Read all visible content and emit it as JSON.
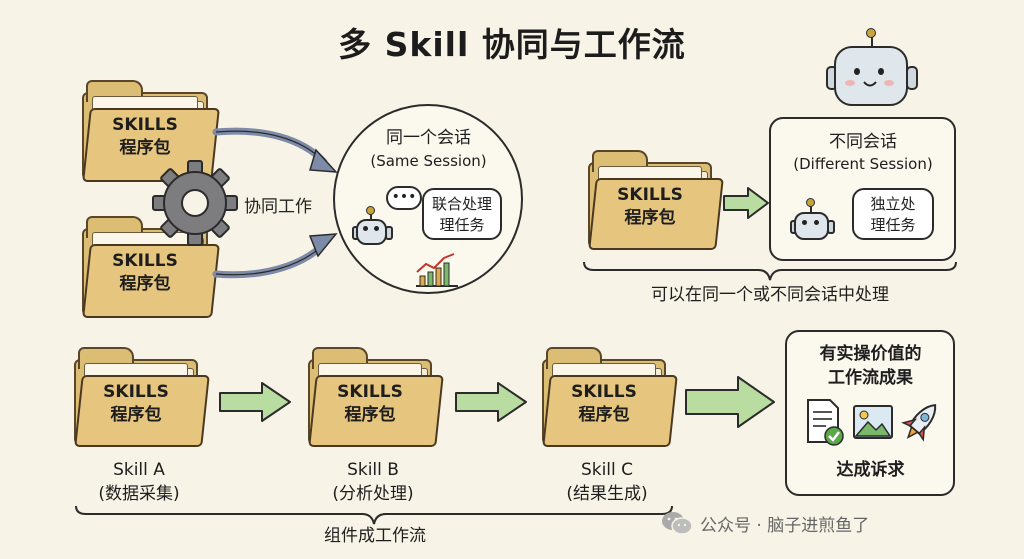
{
  "title": "多 Skill 协同与工作流",
  "folder_label_line1": "SKILLS",
  "folder_label_line2": "程序包",
  "top_left": {
    "collab_label": "协同工作",
    "session_title": "同一个会话",
    "session_subtitle": "(Same Session)",
    "bubble_line1": "联合处理",
    "bubble_line2": "理任务"
  },
  "top_right": {
    "session_title": "不同会话",
    "session_subtitle": "(Different Session)",
    "bubble_line1": "独立处",
    "bubble_line2": "理任务",
    "brace_caption": "可以在同一个或不同会话中处理"
  },
  "workflow": {
    "steps": [
      {
        "name": "Skill A",
        "desc": "(数据采集)"
      },
      {
        "name": "Skill B",
        "desc": "(分析处理)"
      },
      {
        "name": "Skill C",
        "desc": "(结果生成)"
      }
    ],
    "result_line1": "有实操价值的",
    "result_line2": "工作流成果",
    "result_caption": "达成诉求",
    "brace_caption": "组件成工作流"
  },
  "watermark": "公众号 · 脑子进煎鱼了",
  "colors": {
    "background": "#f7f3e6",
    "folder": "#e6c67e",
    "arrow_green": "#b9dca0",
    "arrow_blue": "#7d8aa8"
  }
}
